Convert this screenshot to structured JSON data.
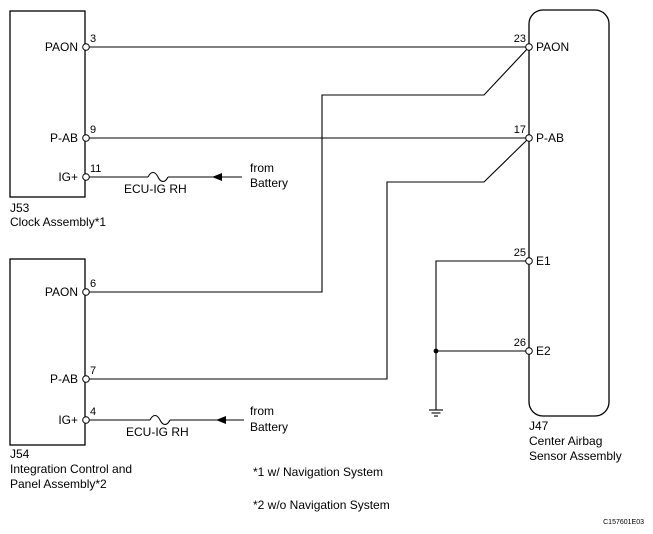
{
  "components": {
    "j53": {
      "id": "J53",
      "name": "Clock Assembly*1",
      "pins": [
        {
          "label": "PAON",
          "number": "3"
        },
        {
          "label": "P-AB",
          "number": "9"
        },
        {
          "label": "IG+",
          "number": "11"
        }
      ]
    },
    "j54": {
      "id": "J54",
      "name_line1": "Integration Control and",
      "name_line2": "Panel Assembly*2",
      "pins": [
        {
          "label": "PAON",
          "number": "6"
        },
        {
          "label": "P-AB",
          "number": "7"
        },
        {
          "label": "IG+",
          "number": "4"
        }
      ]
    },
    "j47": {
      "id": "J47",
      "name_line1": "Center Airbag",
      "name_line2": "Sensor Assembly",
      "pins": [
        {
          "label": "PAON",
          "number": "23"
        },
        {
          "label": "P-AB",
          "number": "17"
        },
        {
          "label": "E1",
          "number": "25"
        },
        {
          "label": "E2",
          "number": "26"
        }
      ]
    }
  },
  "fuses": [
    {
      "label": "ECU-IG RH",
      "source_line1": "from",
      "source_line2": "Battery"
    },
    {
      "label": "ECU-IG RH",
      "source_line1": "from",
      "source_line2": "Battery"
    }
  ],
  "notes": [
    "*1 w/ Navigation System",
    "*2 w/o Navigation System"
  ],
  "figure_code": "C157601E03"
}
